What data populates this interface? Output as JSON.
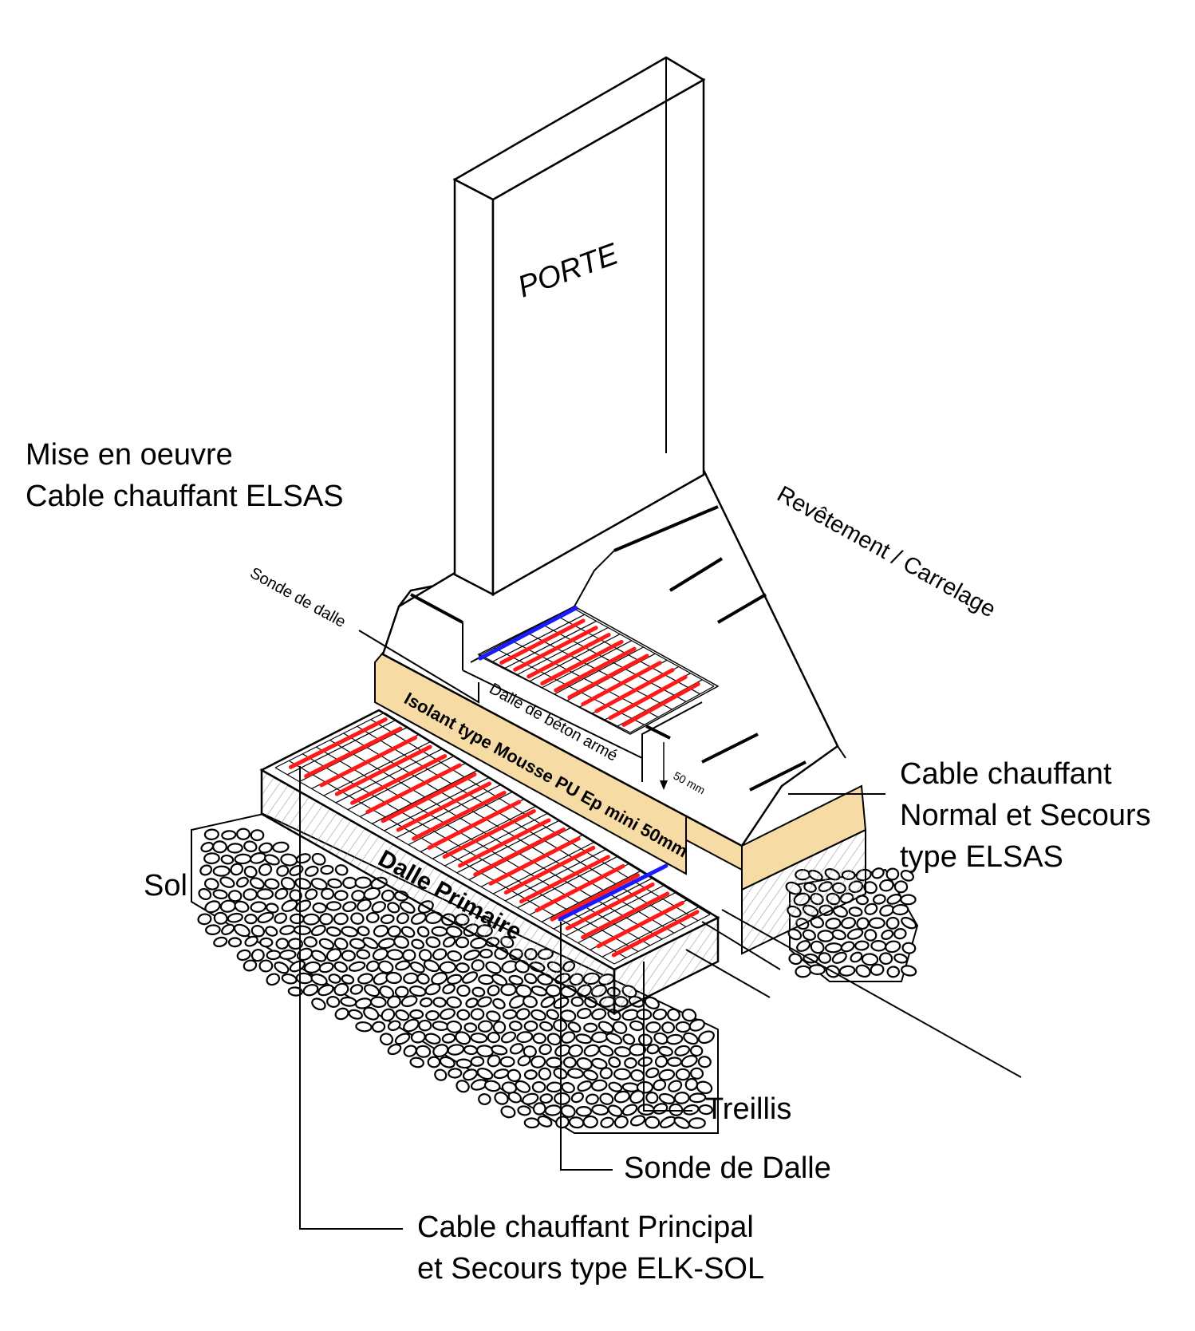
{
  "title": {
    "line1": "Mise en oeuvre",
    "line2": "Cable chauffant ELSAS"
  },
  "labels": {
    "porte": "PORTE",
    "revetement": "Revêtement / Carrelage",
    "sonde_de_dalle_upper": "Sonde de dalle",
    "dalle_beton_arme": "Dalle de béton armé",
    "isolant": "Isolant type Mousse PU Ep mini 50mm",
    "dimension_50mm": "50 mm",
    "dalle_primaire": "Dalle Primaire",
    "sol": "Sol",
    "cable_normal_secours_line1": "Cable chauffant",
    "cable_normal_secours_line2": "Normal et Secours",
    "cable_normal_secours_line3": "type ELSAS",
    "treillis": "Treillis",
    "sonde_de_dalle_lower": "Sonde de Dalle",
    "cable_principal_line1": "Cable chauffant Principal",
    "cable_principal_line2": "et Secours type ELK-SOL"
  },
  "colors": {
    "heating_cable": "#ff1a1a",
    "sensor_cable": "#1a1aff",
    "insulation": "#f6dca4",
    "slab_shade": "#e2e2e2",
    "outline": "#000000"
  }
}
